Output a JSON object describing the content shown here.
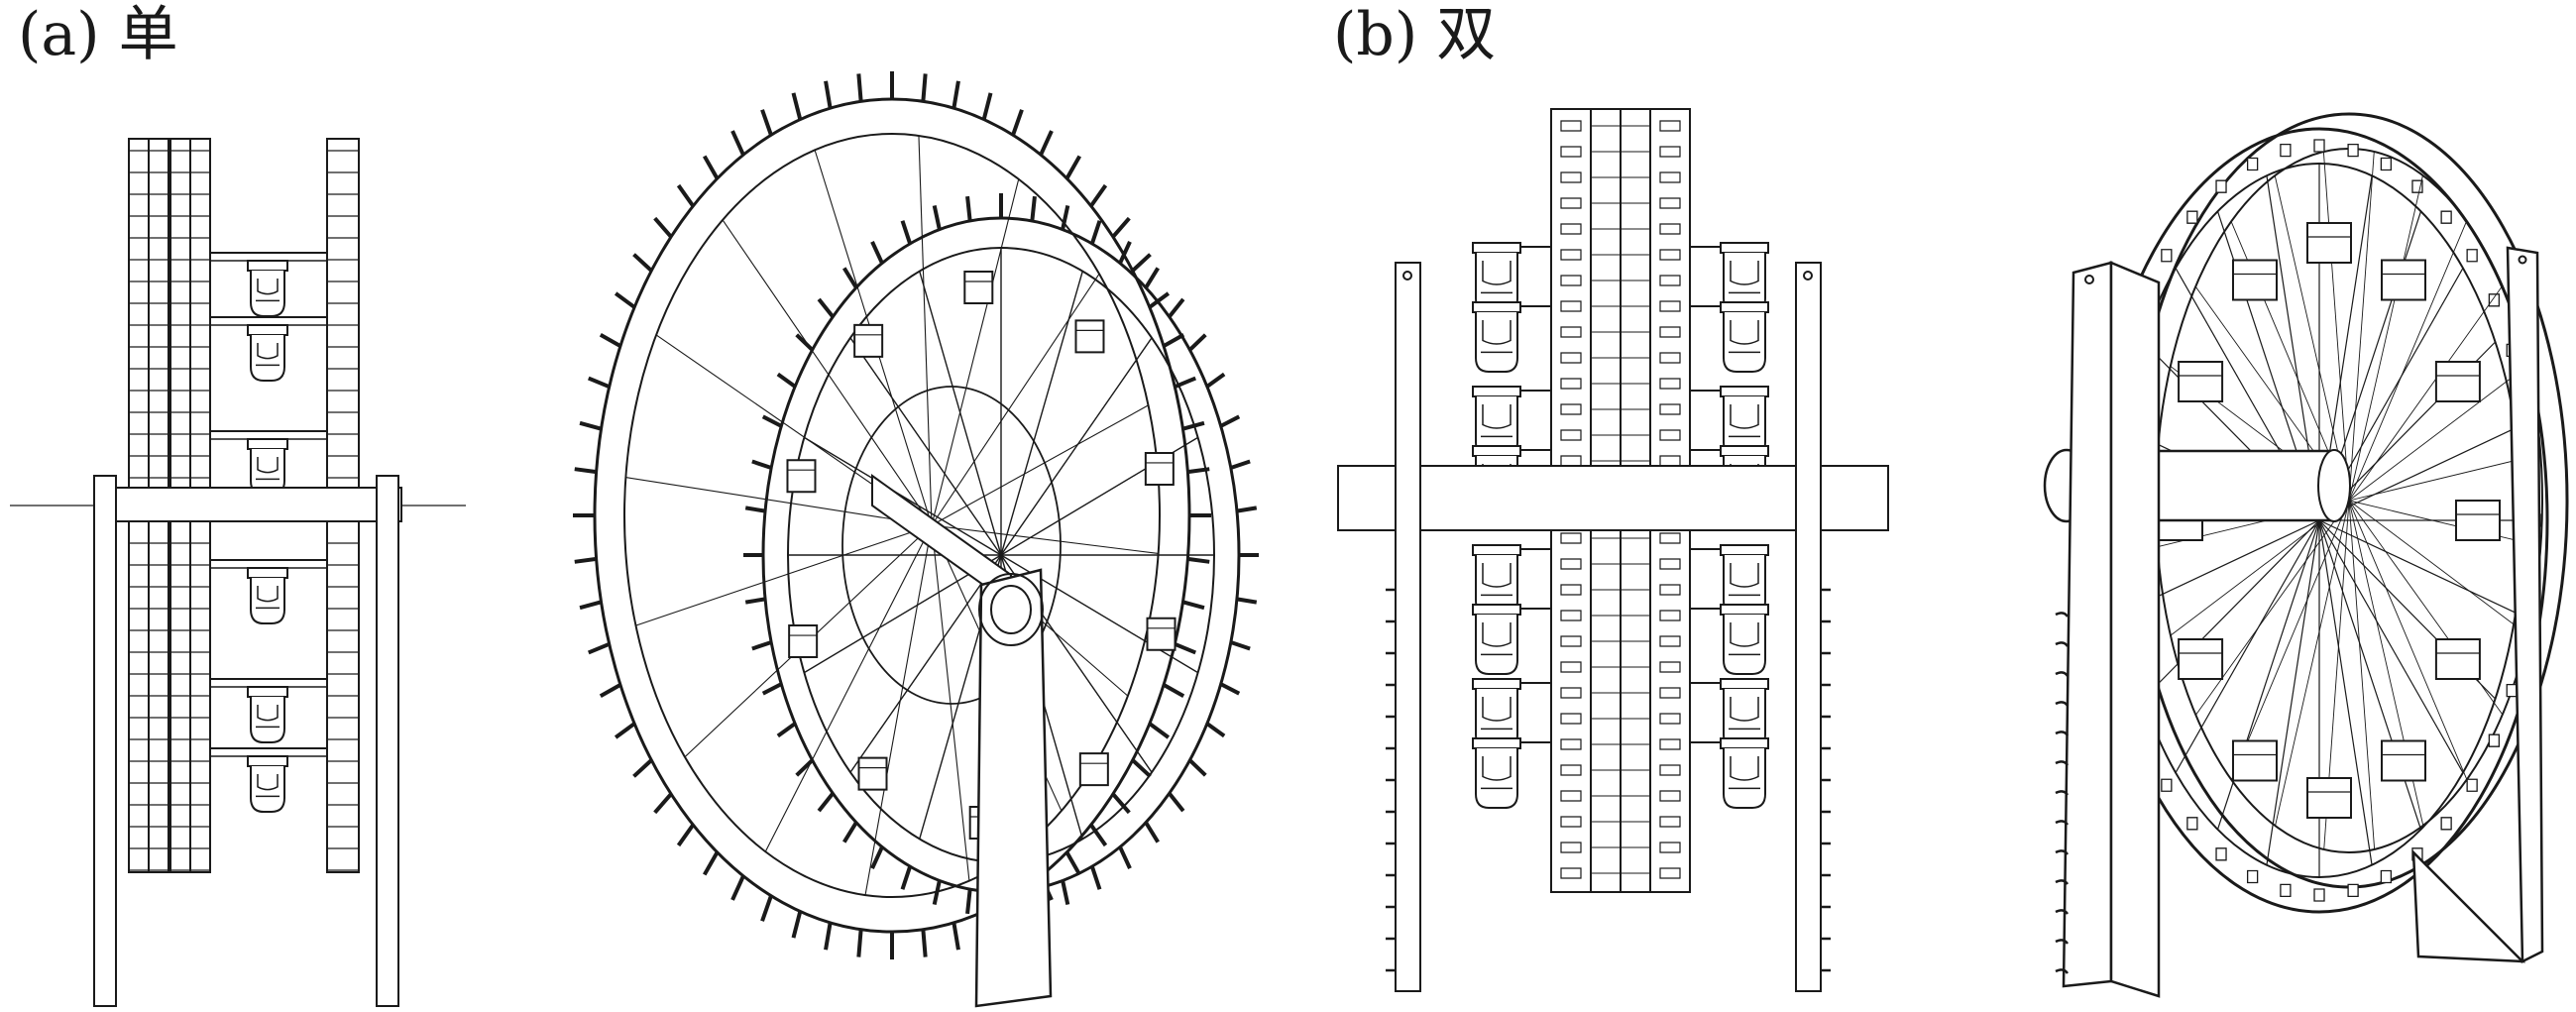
{
  "panels": [
    {
      "id": "a",
      "label": "(a) 单"
    },
    {
      "id": "b",
      "label": "(b) 双"
    }
  ],
  "colors": {
    "line": "#1a1a1a",
    "fill": "#ffffff",
    "centerline": "#777777"
  }
}
